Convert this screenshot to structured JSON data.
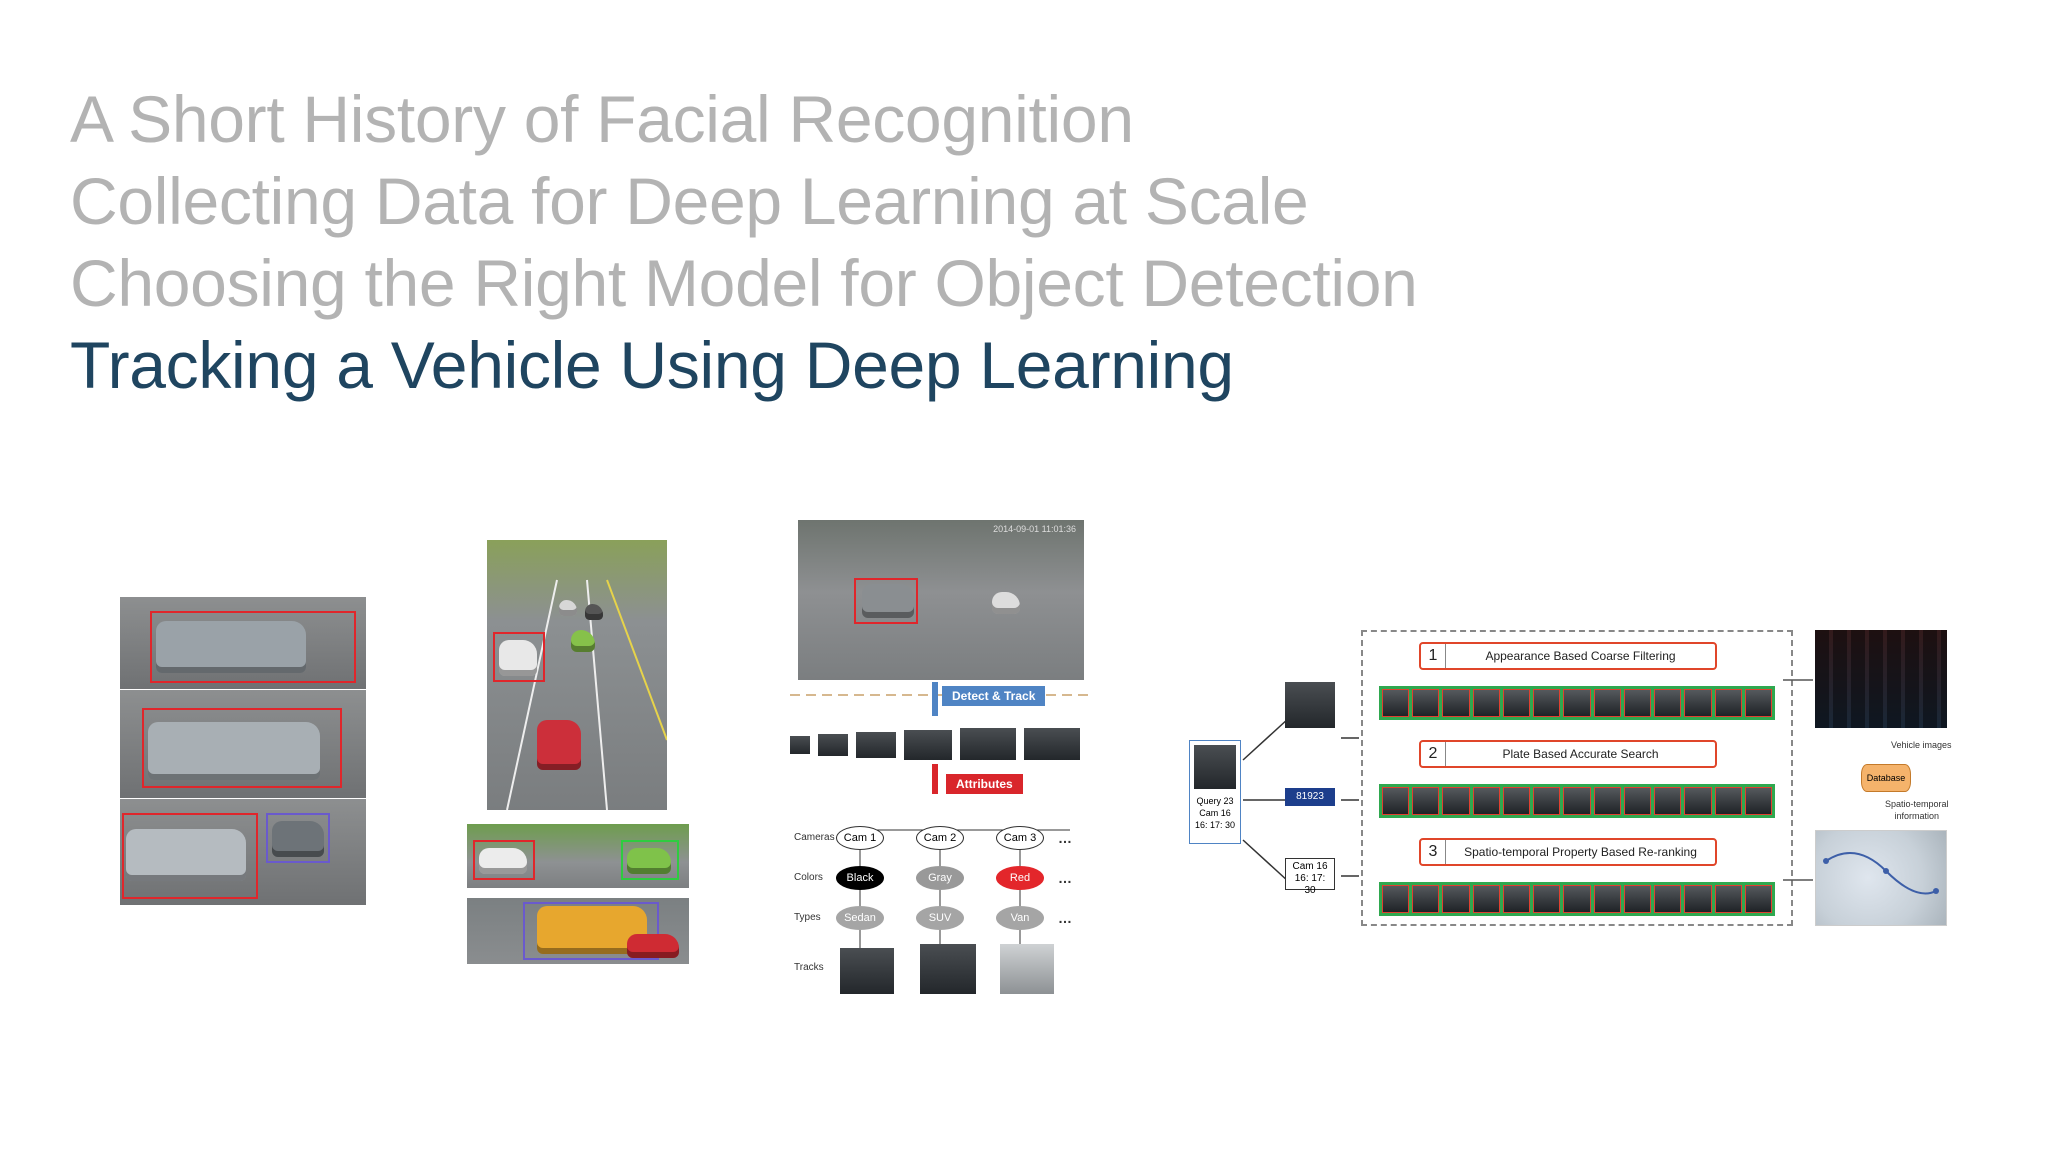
{
  "agenda": {
    "items": [
      {
        "label": "A Short History of Facial Recognition",
        "active": false
      },
      {
        "label": "Collecting Data for Deep Learning at Scale",
        "active": false
      },
      {
        "label": "Choosing the Right Model for Object Detection",
        "active": false
      },
      {
        "label": "Tracking a Vehicle Using Deep Learning",
        "active": true
      }
    ]
  },
  "figure3": {
    "timestamp": "2014-09-01 11:01:36",
    "detect_track": "Detect & Track",
    "attributes": "Attributes",
    "row_labels": [
      "Cameras",
      "Colors",
      "Types",
      "Tracks"
    ],
    "cameras": [
      "Cam 1",
      "Cam 2",
      "Cam 3"
    ],
    "colors": [
      "Black",
      "Gray",
      "Red"
    ],
    "types": [
      "Sedan",
      "SUV",
      "Van"
    ],
    "ellipsis": "…"
  },
  "figure4": {
    "query": "Query 23\nCam 16\n16: 17: 30",
    "plate": "81923",
    "cam": "Cam 16\n16: 17: 30",
    "steps": [
      {
        "num": "1",
        "label": "Appearance Based Coarse Filtering"
      },
      {
        "num": "2",
        "label": "Plate Based Accurate Search"
      },
      {
        "num": "3",
        "label": "Spatio-temporal Property Based Re-ranking"
      }
    ],
    "vehicle_images": "Vehicle images",
    "database": "Database",
    "spatio_info": "Spatio-temporal\ninformation"
  }
}
